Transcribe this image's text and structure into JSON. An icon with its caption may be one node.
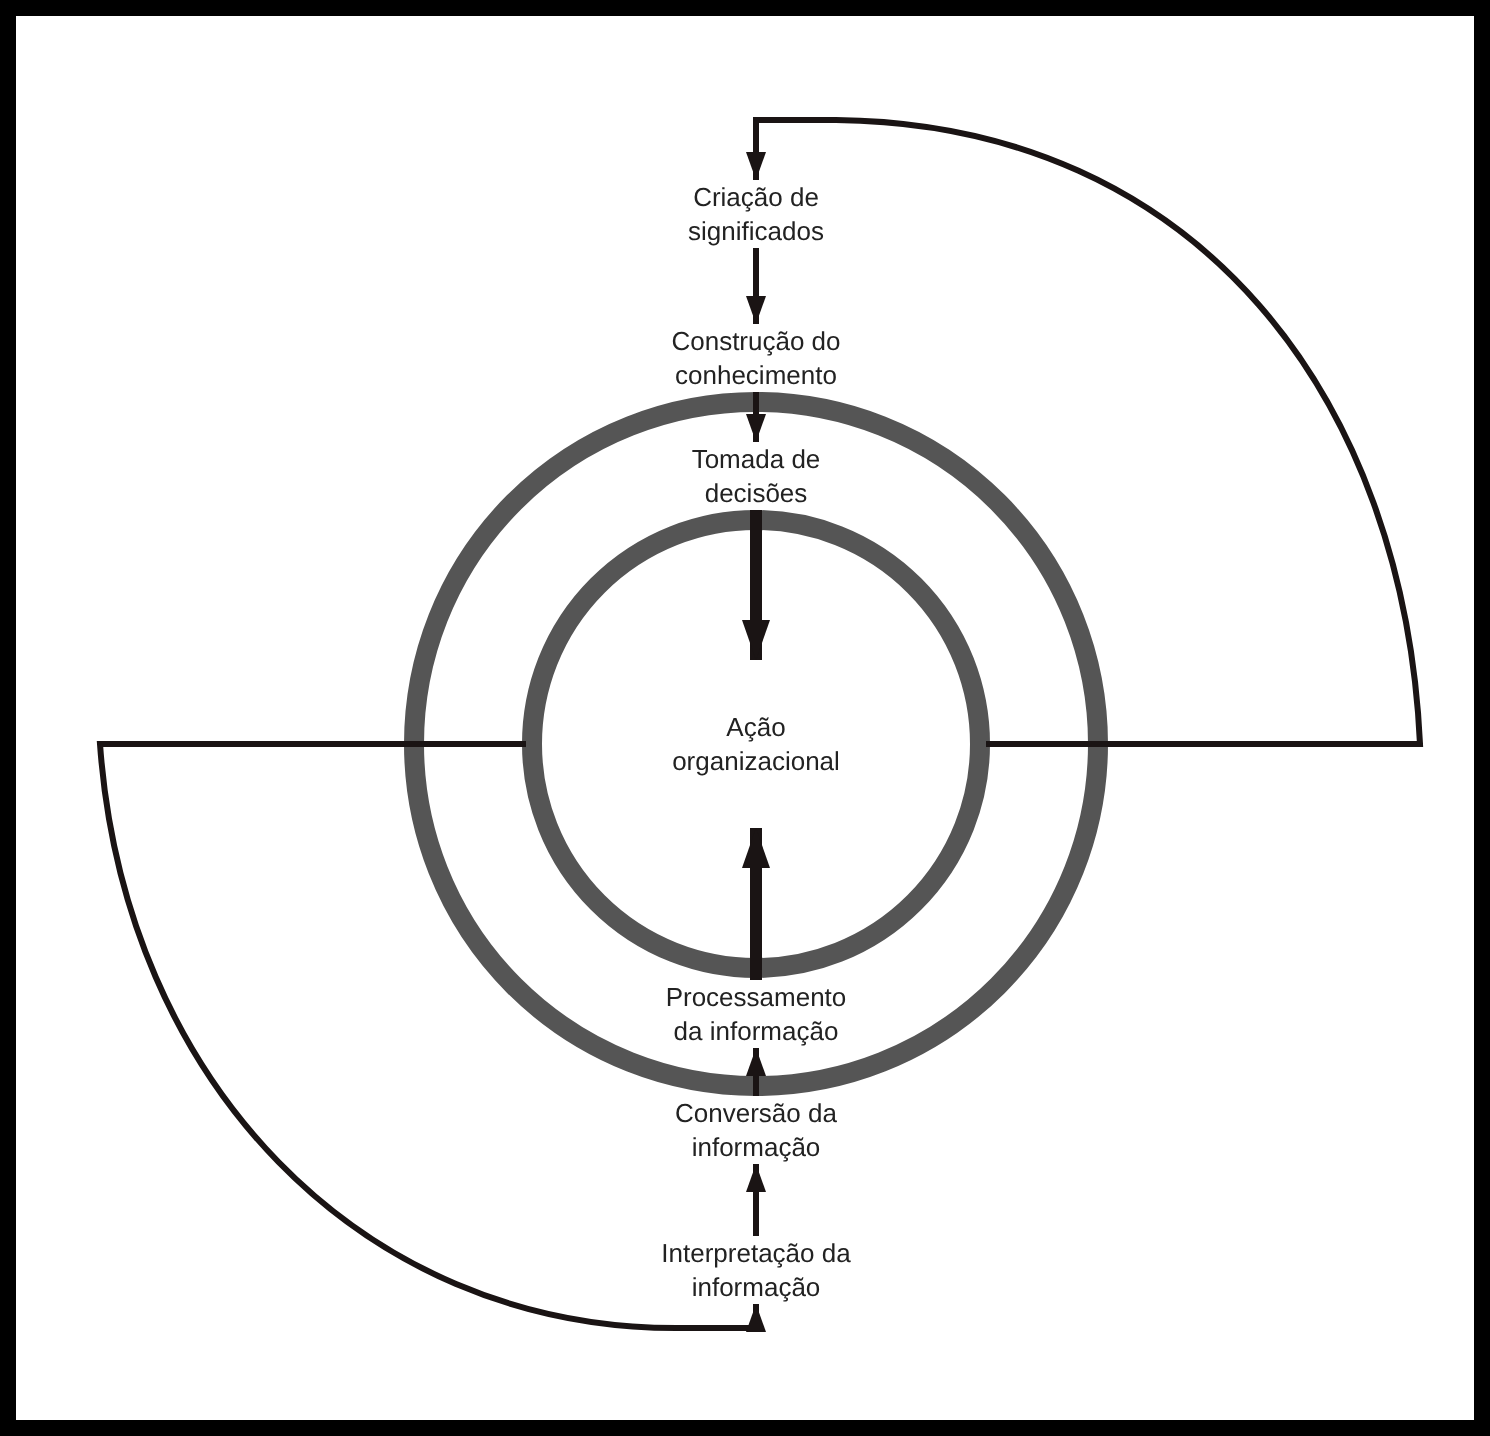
{
  "diagram": {
    "nodes": [
      {
        "text": [
          "Criação de significados"
        ]
      },
      {
        "text": [
          "Construção do conhecimento"
        ]
      },
      {
        "text": [],
        "shape": "circle"
      },
      {
        "text": [
          "Tomada de decisões"
        ],
        "in": 2
      },
      {
        "text": [
          "Ação organizacional"
        ],
        "in": 2
      },
      {
        "text": [
          "Processamento da informação"
        ],
        "in": 2
      },
      {
        "text": [
          "Conversão da informação"
        ]
      },
      {
        "text": [
          "Interpretação da informação"
        ]
      }
    ],
    "edges": [
      {
        "from": 0,
        "to": 1,
        "arrow": "to"
      },
      {
        "from": 1,
        "to": 3,
        "arrow": "to"
      },
      {
        "from": 3,
        "to": 4,
        "arrow": "to",
        "style": "thick"
      },
      {
        "from": 4,
        "to": 0,
        "arrow": "to"
      },
      {
        "from": 4,
        "to": 7,
        "arrow": "to"
      },
      {
        "from": 7,
        "to": 6,
        "arrow": "to"
      },
      {
        "from": 6,
        "to": 5,
        "arrow": "to"
      },
      {
        "from": 5,
        "to": 4,
        "arrow": "to",
        "style": "thick"
      }
    ]
  }
}
